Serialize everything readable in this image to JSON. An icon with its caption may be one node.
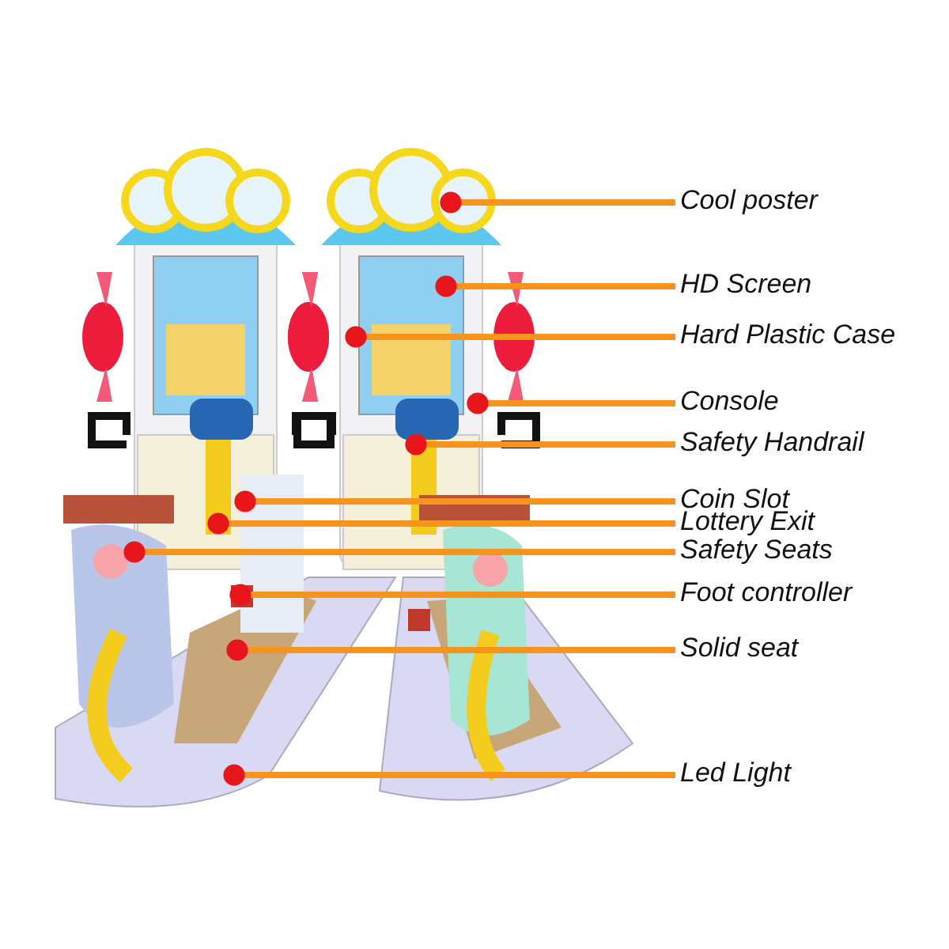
{
  "diagram": {
    "nodes": [
      {
        "text": [
          "Cool poster"
        ]
      },
      {
        "text": [
          "HD Screen"
        ]
      },
      {
        "text": [
          "Hard Plastic Case"
        ]
      },
      {
        "text": [
          "Console"
        ]
      },
      {
        "text": [
          "Safety Handrail"
        ]
      },
      {
        "text": [
          "Coin Slot"
        ]
      },
      {
        "text": [
          "Lottery Exit"
        ]
      },
      {
        "text": [
          "Safety Seats"
        ]
      },
      {
        "text": [
          "Foot controller"
        ]
      },
      {
        "text": [
          "Solid seat"
        ]
      },
      {
        "text": [
          "Led Light"
        ]
      }
    ],
    "edges": [
      {
        "from": 0,
        "to": null,
        "arrow": "other"
      },
      {
        "from": 1,
        "to": null,
        "arrow": "other"
      },
      {
        "from": 2,
        "to": null,
        "arrow": "other"
      },
      {
        "from": 3,
        "to": null,
        "arrow": "other"
      },
      {
        "from": 4,
        "to": null,
        "arrow": "other"
      },
      {
        "from": 5,
        "to": null,
        "arrow": "other"
      },
      {
        "from": 6,
        "to": null,
        "arrow": "other"
      },
      {
        "from": 7,
        "to": null,
        "arrow": "other"
      },
      {
        "from": 8,
        "to": null,
        "arrow": "other"
      },
      {
        "from": 9,
        "to": null,
        "arrow": "other"
      },
      {
        "from": 10,
        "to": null,
        "arrow": "other"
      }
    ]
  }
}
